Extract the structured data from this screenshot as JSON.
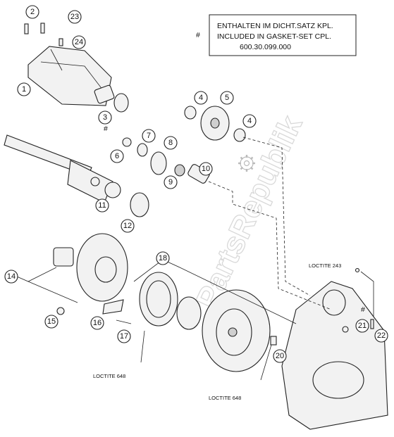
{
  "note": {
    "marker": "#",
    "line1": "ENTHALTEN IM DICHT.SATZ KPL.",
    "line2": "INCLUDED IN GASKET-SET CPL.",
    "line3": "600.30.099.000"
  },
  "callouts": [
    "1",
    "2",
    "3",
    "4",
    "5",
    "4",
    "6",
    "7",
    "8",
    "9",
    "10",
    "11",
    "12",
    "14",
    "15",
    "16",
    "17",
    "18",
    "20",
    "21",
    "22",
    "23",
    "24"
  ],
  "markers": {
    "gasket_3": "#",
    "gasket_21": "#"
  },
  "loctite": {
    "top_right": "LOCTITE 243",
    "bottom_left": "LOCTITE 648",
    "bottom_mid": "LOCTITE 648"
  },
  "watermark": "PartsRepublik",
  "icons": {
    "gear": "gear-icon"
  }
}
